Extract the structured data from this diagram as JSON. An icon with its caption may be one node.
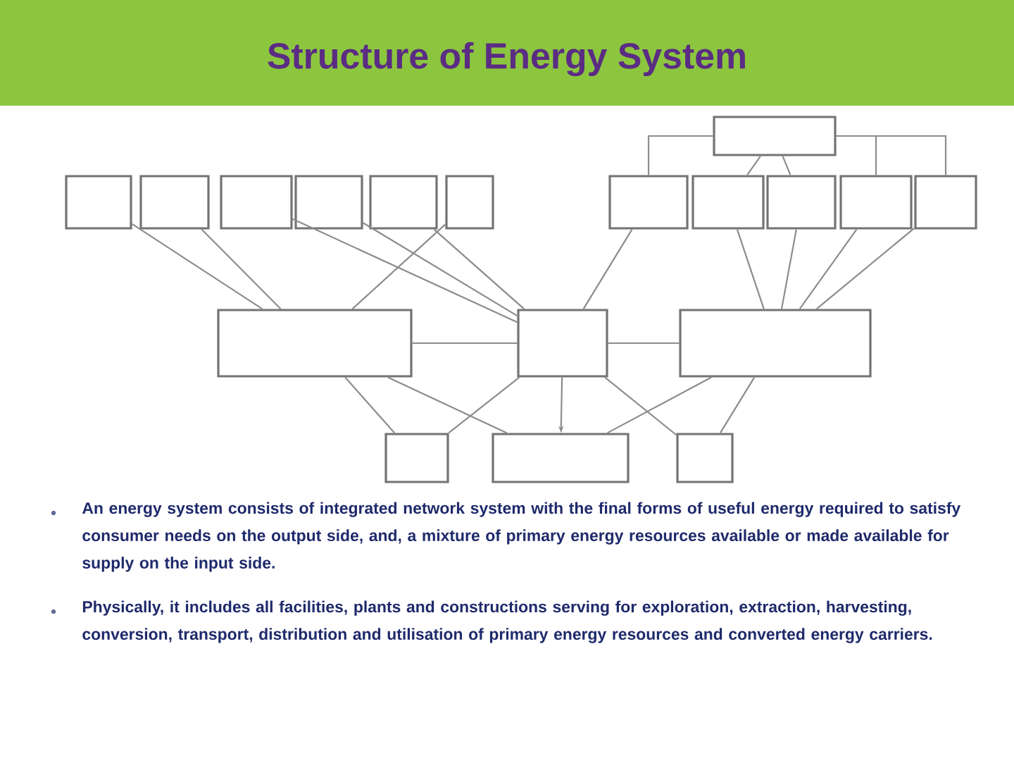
{
  "diagram": {
    "title": "Structure of Energy System",
    "nodes": [
      {
        "text": [],
        "shape": "box"
      },
      {
        "text": [],
        "shape": "box"
      },
      {
        "text": [],
        "shape": "box"
      },
      {
        "text": [],
        "shape": "box"
      },
      {
        "text": [],
        "shape": "box"
      },
      {
        "text": [],
        "shape": "box"
      },
      {
        "text": [],
        "shape": "box"
      },
      {
        "text": [],
        "shape": "box"
      },
      {
        "text": [],
        "shape": "box"
      },
      {
        "text": [],
        "shape": "box"
      },
      {
        "text": [],
        "shape": "box"
      },
      {
        "text": [],
        "shape": "box"
      },
      {
        "text": [],
        "shape": "box"
      },
      {
        "text": [],
        "shape": "box"
      },
      {
        "text": [],
        "shape": "box"
      },
      {
        "text": [],
        "shape": "box"
      },
      {
        "text": [],
        "shape": "box"
      },
      {
        "text": [],
        "shape": "box"
      }
    ],
    "edges": [
      {
        "from": 0,
        "to": 7,
        "arrow": "none"
      },
      {
        "from": 0,
        "to": 8,
        "arrow": "none"
      },
      {
        "from": 0,
        "to": 9,
        "arrow": "none"
      },
      {
        "from": 0,
        "to": 10,
        "arrow": "none"
      },
      {
        "from": 0,
        "to": 11,
        "arrow": "none"
      },
      {
        "from": 1,
        "to": 12,
        "arrow": "none"
      },
      {
        "from": 2,
        "to": 12,
        "arrow": "none"
      },
      {
        "from": 3,
        "to": 13,
        "arrow": "none"
      },
      {
        "from": 4,
        "to": 13,
        "arrow": "none"
      },
      {
        "from": 5,
        "to": 13,
        "arrow": "none"
      },
      {
        "from": 6,
        "to": 12,
        "arrow": "none"
      },
      {
        "from": 7,
        "to": 13,
        "arrow": "none"
      },
      {
        "from": 8,
        "to": 14,
        "arrow": "none"
      },
      {
        "from": 9,
        "to": 14,
        "arrow": "none"
      },
      {
        "from": 10,
        "to": 14,
        "arrow": "none"
      },
      {
        "from": 11,
        "to": 14,
        "arrow": "none"
      },
      {
        "from": 12,
        "to": 13,
        "arrow": "none"
      },
      {
        "from": 13,
        "to": 14,
        "arrow": "none"
      },
      {
        "from": 12,
        "to": 15,
        "arrow": "none"
      },
      {
        "from": 12,
        "to": 16,
        "arrow": "none"
      },
      {
        "from": 13,
        "to": 15,
        "arrow": "none"
      },
      {
        "from": 13,
        "to": 16,
        "arrow": "to"
      },
      {
        "from": 13,
        "to": 17,
        "arrow": "none"
      },
      {
        "from": 14,
        "to": 16,
        "arrow": "none"
      },
      {
        "from": 14,
        "to": 17,
        "arrow": "none"
      }
    ],
    "labels": [
      "An energy system consists of integrated network system with the final forms of useful energy required to satisfy consumer needs on the output side, and, a mixture of primary energy resources available or made available for supply on the input side.",
      "Physically, it includes all facilities, plants and constructions serving for exploration, extraction, harvesting, conversion, transport, distribution and utilisation of primary energy resources and converted energy carriers."
    ]
  }
}
